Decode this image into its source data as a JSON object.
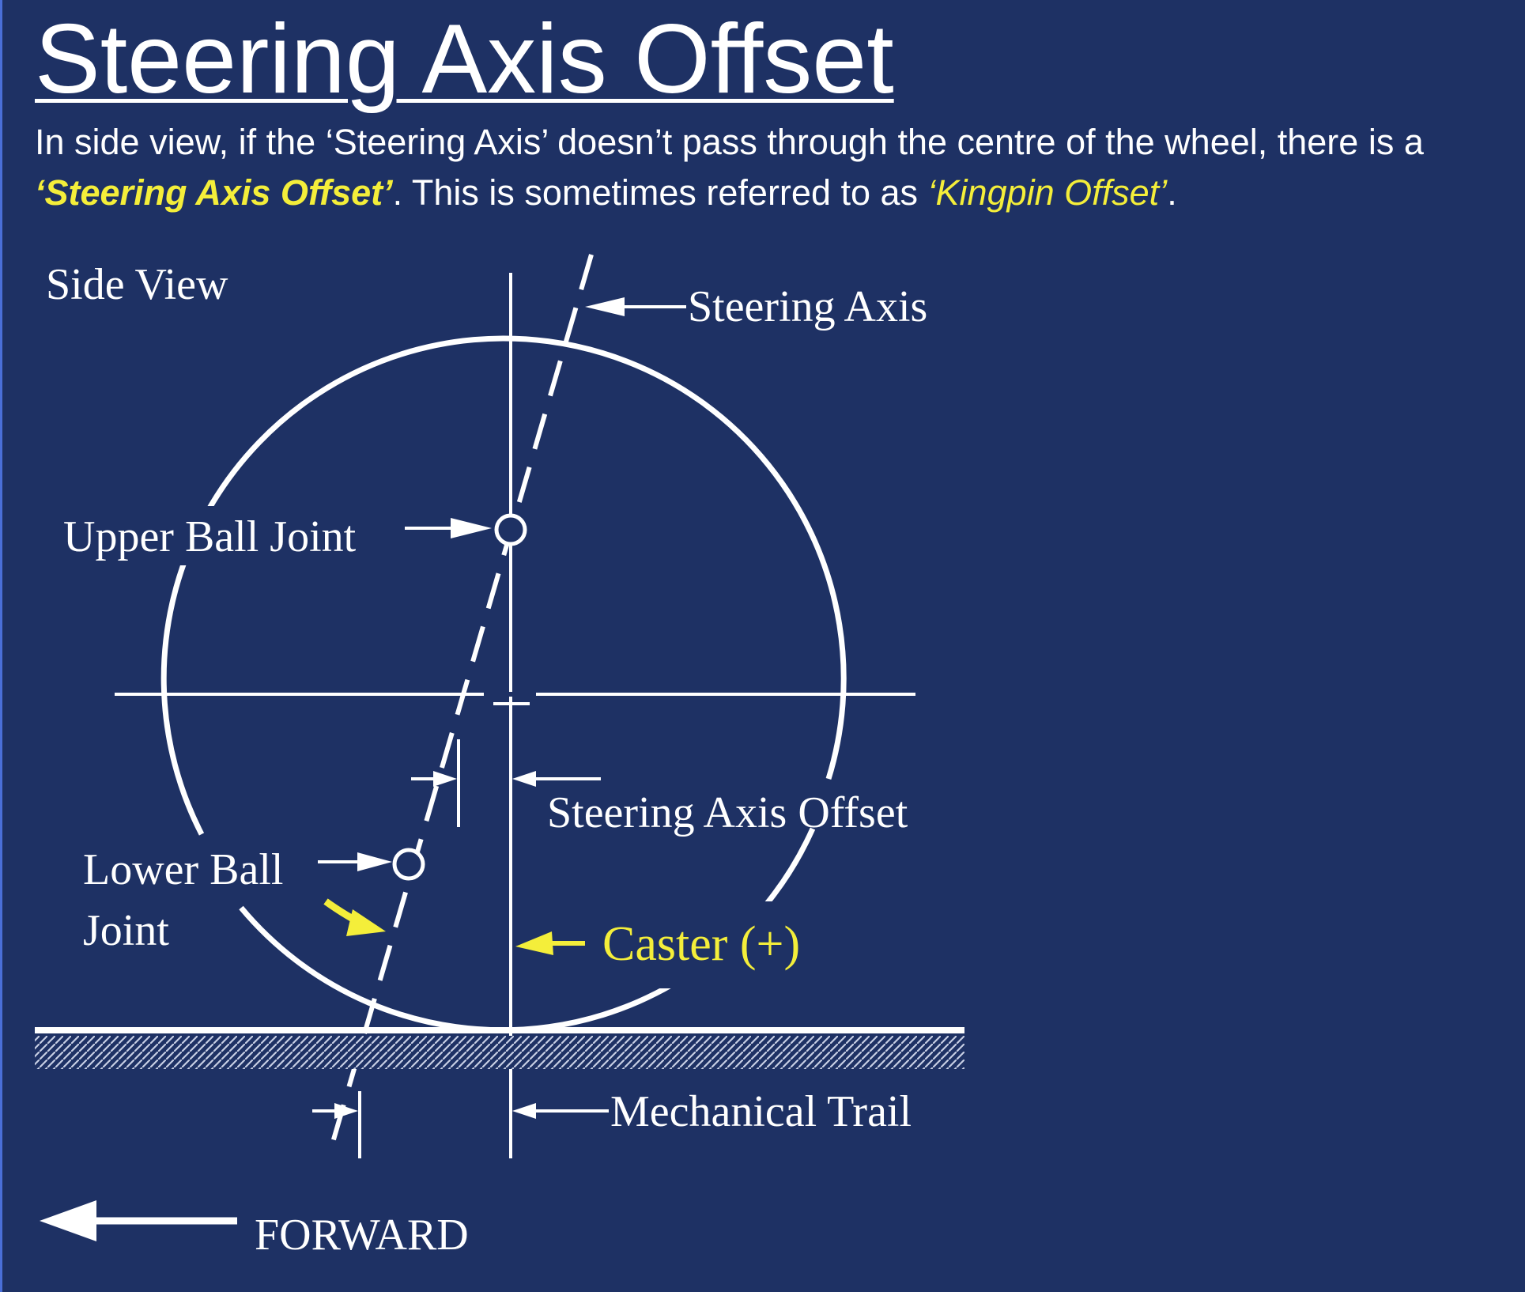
{
  "slide": {
    "title": "Steering Axis Offset",
    "intro_part1": "In side view, if the ‘Steering Axis’ doesn’t pass through the centre of the wheel, there is a ",
    "intro_term": "‘Steering Axis Offset’",
    "intro_part2": ". This is sometimes referred to as ",
    "intro_alias": "‘Kingpin Offset’",
    "intro_end": "."
  },
  "diagram": {
    "side_view": "Side View",
    "steering_axis": "Steering Axis",
    "upper_ball_joint": "Upper Ball Joint",
    "steering_axis_offset": "Steering Axis Offset",
    "lower_ball_line1": "Lower Ball",
    "lower_ball_line2": "Joint",
    "caster": "Caster (+)",
    "mechanical_trail": "Mechanical Trail",
    "forward": "FORWARD"
  },
  "colors": {
    "background": "#1e3164",
    "line": "#ffffff",
    "highlight": "#f4ee3a"
  }
}
